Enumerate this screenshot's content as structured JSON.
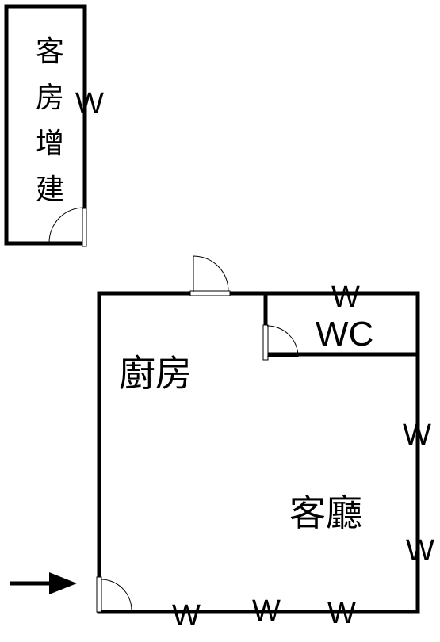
{
  "rooms": {
    "guest_room_extension": [
      "客",
      "房",
      "增",
      "建"
    ],
    "kitchen": "廚房",
    "wc": "WC",
    "living_room": "客廳"
  },
  "window_marker": "W",
  "colors": {
    "wall": "#000000",
    "background": "#ffffff"
  }
}
